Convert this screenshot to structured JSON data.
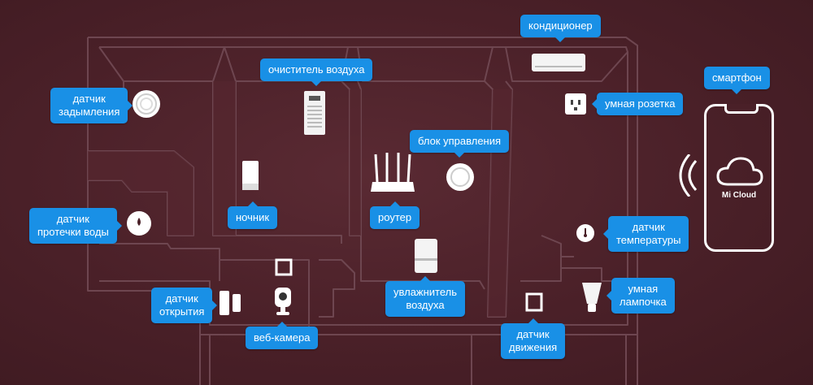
{
  "labels": {
    "smoke": [
      "датчик",
      "задымления"
    ],
    "air_purifier": "очиститель воздуха",
    "conditioner": "кондиционер",
    "socket": "умная розетка",
    "smartphone": "смартфон",
    "control_unit": "блок управления",
    "night_light": "ночник",
    "router": "роутер",
    "leak": [
      "датчик",
      "протечки воды"
    ],
    "temperature": [
      "датчик",
      "температуры"
    ],
    "door": [
      "датчик",
      "открытия"
    ],
    "webcam": "веб-камера",
    "humidifier": [
      "увлажнитель",
      "воздуха"
    ],
    "motion": [
      "датчик",
      "движения"
    ],
    "bulb": [
      "умная",
      "лампочка"
    ]
  },
  "cloud_label": "Mi Cloud",
  "icons": [
    "smoke-detector-icon",
    "air-purifier-icon",
    "air-conditioner-icon",
    "smart-socket-icon",
    "smartphone-icon",
    "gateway-icon",
    "night-light-icon",
    "router-icon",
    "leak-sensor-icon",
    "temperature-sensor-icon",
    "door-sensor-icon",
    "webcam-icon",
    "humidifier-icon",
    "motion-sensor-icon",
    "smart-bulb-icon",
    "wireless-signal-icon",
    "cloud-icon"
  ],
  "colors": {
    "background": "#4a2028",
    "label": "#1990e6",
    "walls": "#6e4650"
  }
}
